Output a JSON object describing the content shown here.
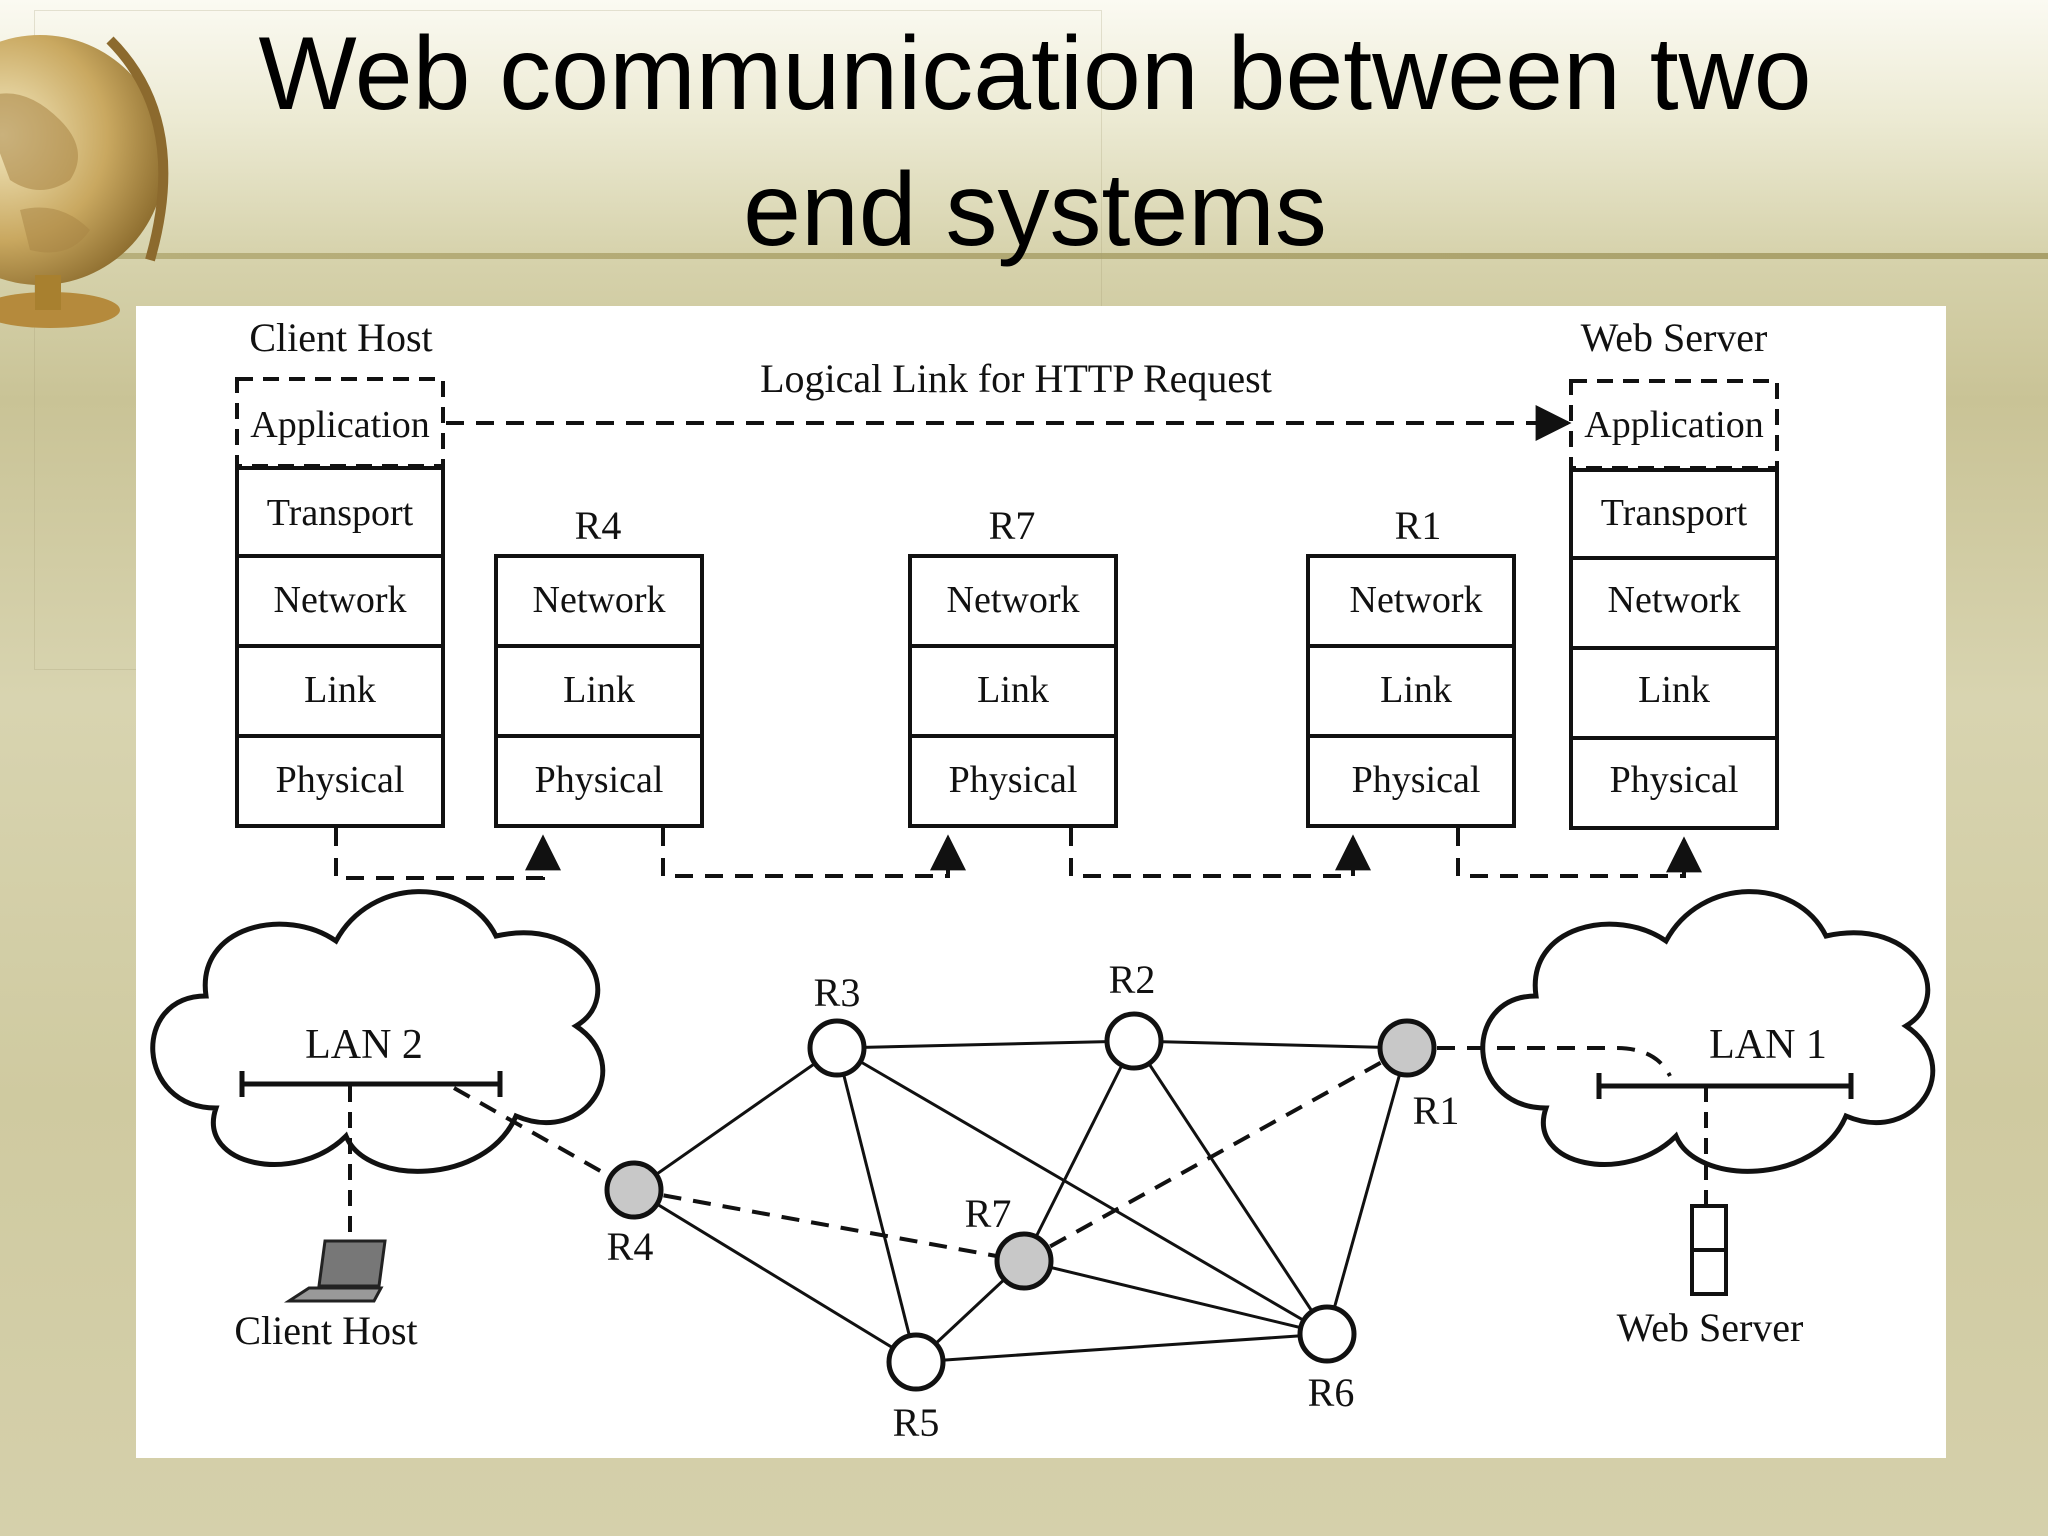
{
  "slide": {
    "title_line1": "Web communication between two",
    "title_line2": "end systems"
  },
  "colors": {
    "slide_bg": "#d0cba2",
    "figure_bg": "#ffffff",
    "router_highlight": "#c8c8c8",
    "router_plain": "#ffffff"
  },
  "stacks": {
    "client": {
      "title": "Client Host",
      "layers": [
        "Application",
        "Transport",
        "Network",
        "Link",
        "Physical"
      ]
    },
    "r4": {
      "title": "R4",
      "layers": [
        "Network",
        "Link",
        "Physical"
      ]
    },
    "r7": {
      "title": "R7",
      "layers": [
        "Network",
        "Link",
        "Physical"
      ]
    },
    "r1": {
      "title": "R1",
      "layers": [
        "Network",
        "Link",
        "Physical"
      ]
    },
    "server": {
      "title": "Web Server",
      "layers": [
        "Application",
        "Transport",
        "Network",
        "Link",
        "Physical"
      ]
    },
    "logical_link_label": "Logical Link for HTTP Request"
  },
  "network": {
    "lan2_label": "LAN 2",
    "lan1_label": "LAN 1",
    "client_label": "Client Host",
    "server_label": "Web Server",
    "routers": [
      "R1",
      "R2",
      "R3",
      "R4",
      "R5",
      "R6",
      "R7"
    ],
    "highlighted_path": [
      "R4",
      "R7",
      "R1"
    ],
    "links": [
      [
        "R3",
        "R2"
      ],
      [
        "R2",
        "R1"
      ],
      [
        "R3",
        "R4"
      ],
      [
        "R3",
        "R5"
      ],
      [
        "R3",
        "R6"
      ],
      [
        "R2",
        "R7"
      ],
      [
        "R2",
        "R6"
      ],
      [
        "R4",
        "R5"
      ],
      [
        "R5",
        "R7"
      ],
      [
        "R5",
        "R6"
      ],
      [
        "R7",
        "R6"
      ],
      [
        "R1",
        "R6"
      ]
    ],
    "path_links": [
      [
        "LAN 2",
        "R4"
      ],
      [
        "R4",
        "R7"
      ],
      [
        "R7",
        "R1"
      ],
      [
        "R1",
        "LAN 1"
      ]
    ]
  }
}
